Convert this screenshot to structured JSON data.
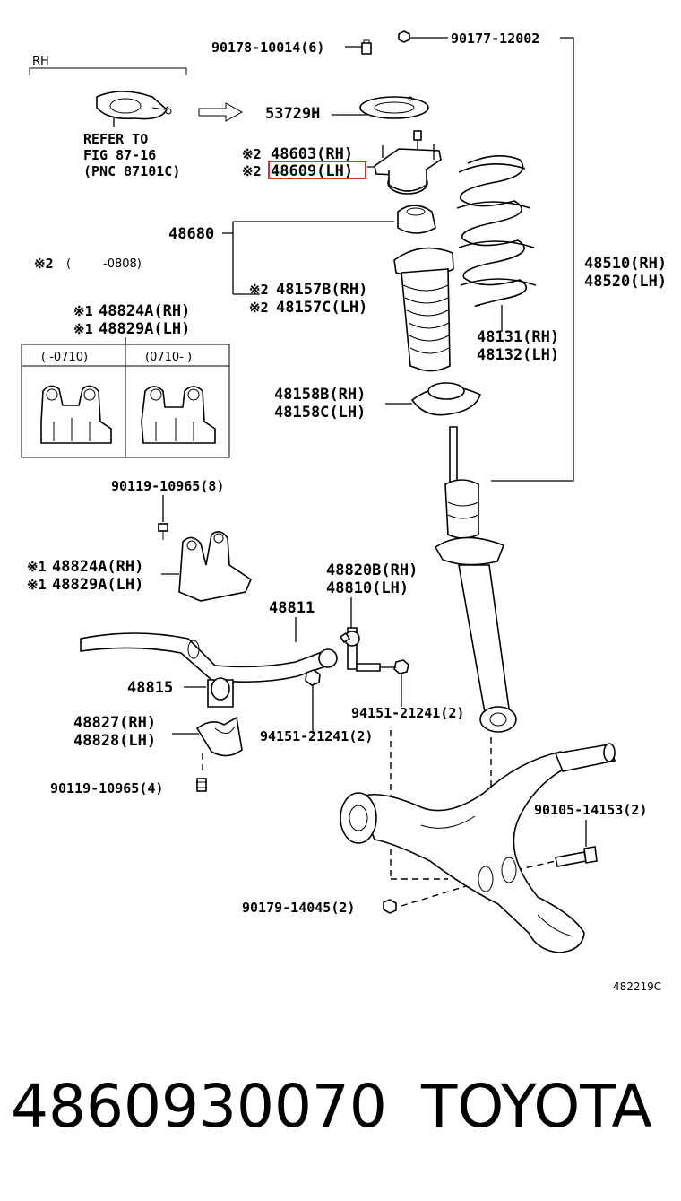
{
  "labels": {
    "bolt_top": "90178-10014(6)",
    "nut_top": "90177-12002",
    "rh_tag": "RH",
    "refer1": "REFER TO",
    "refer2": "FIG 87-16",
    "refer3": "(PNC 87101C)",
    "insulator": "53729H",
    "mount_rh_mark": "※2",
    "mount_rh": "48603(RH)",
    "mount_lh_mark": "※2",
    "mount_lh": "48609(LH)",
    "bumper_group": "48680",
    "note2_mark": "※2",
    "note2_range": "-0808)",
    "note2_open": "(",
    "boot_rh_mark": "※2",
    "boot_rh": "48157B(RH)",
    "boot_lh_mark": "※2",
    "boot_lh": "48157C(LH)",
    "absorber_rh": "48510(RH)",
    "absorber_lh": "48520(LH)",
    "spring_rh": "48131(RH)",
    "spring_lh": "48132(LH)",
    "bracket_rh_mark": "※1",
    "bracket_rh": "48824A(RH)",
    "bracket_lh_mark": "※1",
    "bracket_lh": "48829A(LH)",
    "box_col1": "(   -0710)",
    "box_col2": "(0710-   )",
    "seat_rh": "48158B(RH)",
    "seat_lh": "48158C(LH)",
    "bolt_bracket": "90119-10965(8)",
    "bracket2_rh_mark": "※1",
    "bracket2_rh": "48824A(RH)",
    "bracket2_lh_mark": "※1",
    "bracket2_lh": "48829A(LH)",
    "link_rh": "48820B(RH)",
    "link_lh": "48810(LH)",
    "stabilizer_bar": "48811",
    "bushing": "48815",
    "bushing_bracket_rh": "48827(RH)",
    "bushing_bracket_lh": "48828(LH)",
    "nut_link_upper": "94151-21241(2)",
    "nut_link_lower": "94151-21241(2)",
    "bolt_bushing": "90119-10965(4)",
    "bolt_arm": "90105-14153(2)",
    "nut_arm": "90179-14045(2)",
    "figure_code": "482219C"
  },
  "footer": {
    "part_number": "4860930070",
    "brand": "TOYOTA"
  },
  "colors": {
    "highlight": "#d9302c",
    "ink": "#000000"
  }
}
